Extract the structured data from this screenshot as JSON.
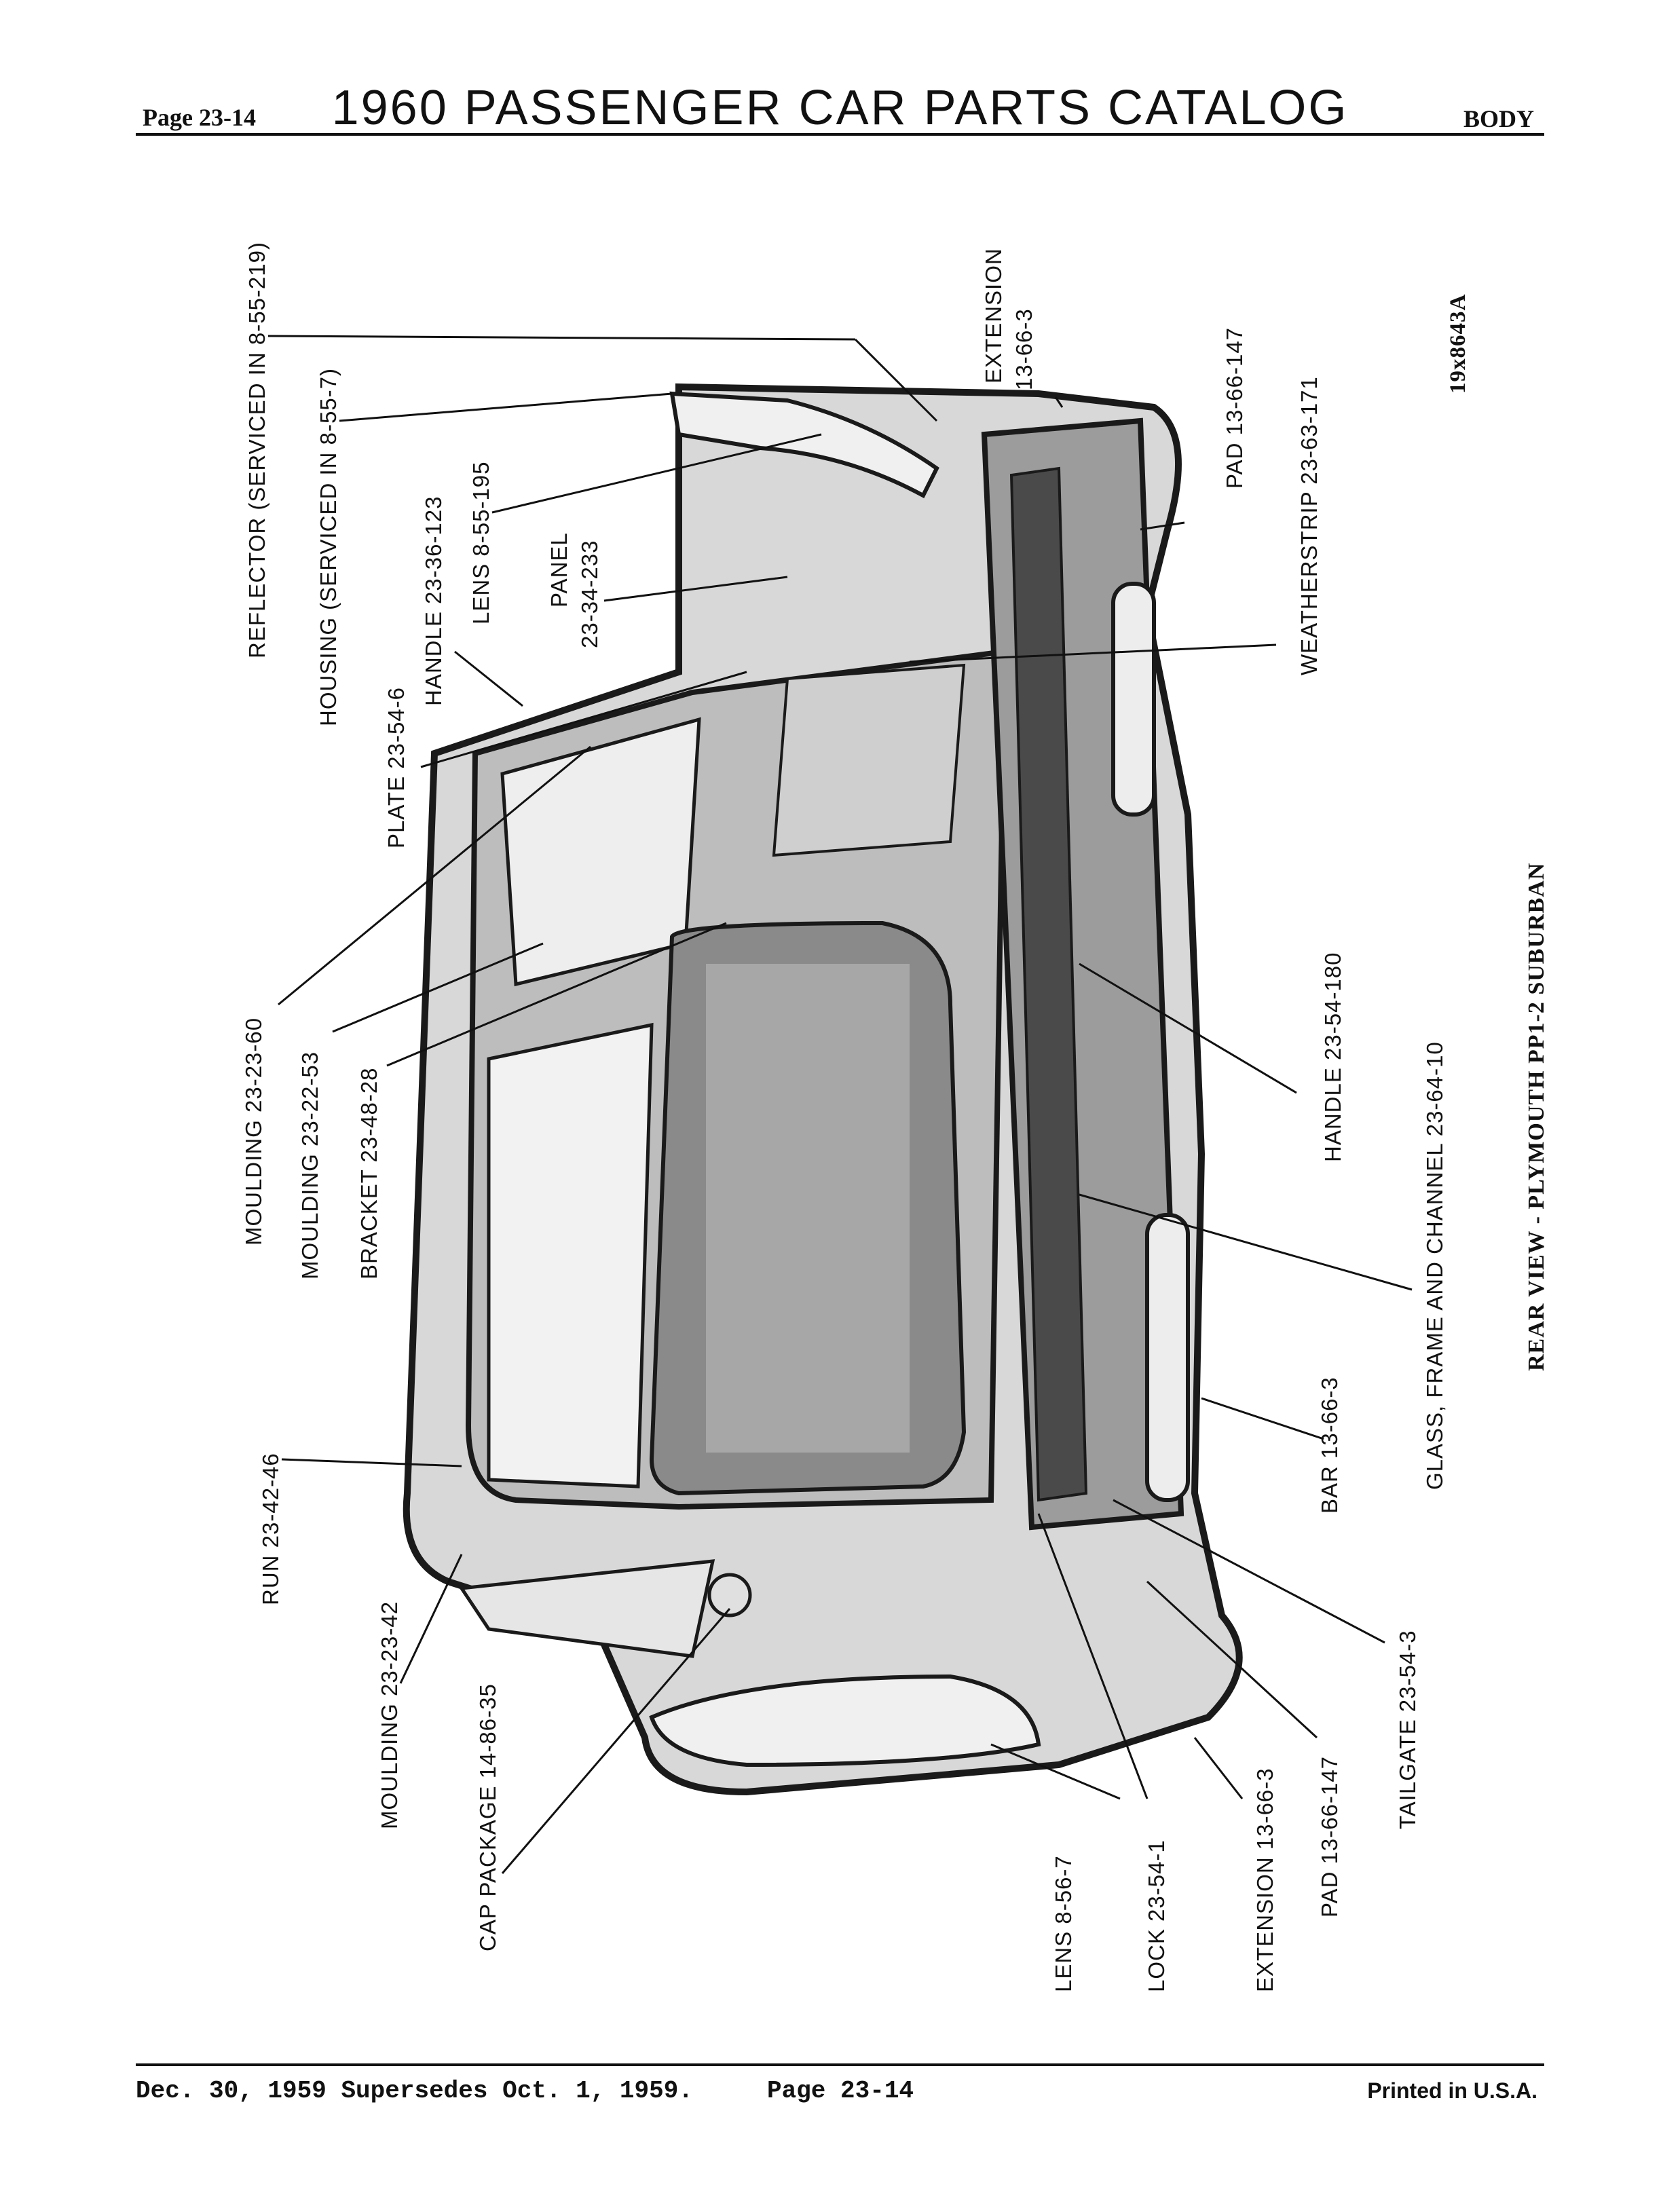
{
  "header": {
    "page": "Page 23-14",
    "title": "1960 PASSENGER CAR PARTS CATALOG",
    "section": "BODY"
  },
  "figure": {
    "number": "19x8643A",
    "caption": "REAR VIEW - PLYMOUTH PP1-2 SUBURBAN",
    "callouts": [
      {
        "id": "reflector",
        "label": "REFLECTOR (SERVICED IN 8-55-219)"
      },
      {
        "id": "housing",
        "label": "HOUSING (SERVICED IN 8-55-7)"
      },
      {
        "id": "lens-top",
        "label": "LENS 8-55-195"
      },
      {
        "id": "panel",
        "label_line1": "PANEL",
        "label_line2": "23-34-233"
      },
      {
        "id": "handle-top",
        "label": "HANDLE 23-36-123"
      },
      {
        "id": "plate",
        "label": "PLATE 23-54-6"
      },
      {
        "id": "extension-top",
        "label_line1": "EXTENSION",
        "label_line2": "13-66-3"
      },
      {
        "id": "pad-top",
        "label": "PAD 13-66-147"
      },
      {
        "id": "weatherstrip",
        "label": "WEATHERSTRIP 23-63-171"
      },
      {
        "id": "moulding-60",
        "label": "MOULDING 23-23-60"
      },
      {
        "id": "moulding-53",
        "label": "MOULDING 23-22-53"
      },
      {
        "id": "bracket",
        "label": "BRACKET 23-48-28"
      },
      {
        "id": "handle-right",
        "label": "HANDLE 23-54-180"
      },
      {
        "id": "glass",
        "label": "GLASS, FRAME AND CHANNEL 23-64-10"
      },
      {
        "id": "bar",
        "label": "BAR 13-66-3"
      },
      {
        "id": "run",
        "label": "RUN 23-42-46"
      },
      {
        "id": "moulding-42",
        "label": "MOULDING 23-23-42"
      },
      {
        "id": "cap-package",
        "label": "CAP PACKAGE 14-86-35"
      },
      {
        "id": "lens-bottom",
        "label": "LENS 8-56-7"
      },
      {
        "id": "lock",
        "label": "LOCK 23-54-1"
      },
      {
        "id": "extension-bottom",
        "label": "EXTENSION 13-66-3"
      },
      {
        "id": "pad-bottom",
        "label": "PAD 13-66-147"
      },
      {
        "id": "tailgate",
        "label": "TAILGATE 23-54-3"
      }
    ]
  },
  "footer": {
    "dates": "Dec. 30, 1959 Supersedes Oct. 1, 1959.",
    "page": "Page 23-14",
    "printed": "Printed in U.S.A."
  }
}
